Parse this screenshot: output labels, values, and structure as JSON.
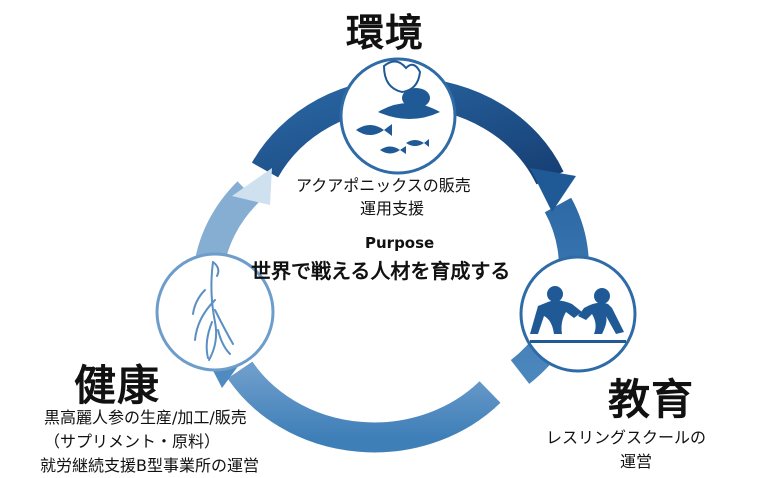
{
  "purpose": {
    "label": "Purpose",
    "statement": "世界で戦える人材を育成する"
  },
  "environment": {
    "title": "環境",
    "lines": [
      "アクアポニックスの販売",
      "運用支援"
    ]
  },
  "health": {
    "title": "健康",
    "lines": [
      "黒高麗人参の生産/加工/販売",
      "（サプリメント・原料）",
      "就労継続支援B型事業所の運営"
    ]
  },
  "education": {
    "title": "教育",
    "lines": [
      "レスリングスクールの",
      "運営"
    ]
  },
  "colors": {
    "arc_dark": "#1f5a96",
    "arc_mid": "#3f7fb8",
    "arc_light": "#86aed3",
    "circle_border": "#2f6ba7",
    "icon": "#1f5a96"
  },
  "icons": [
    "vegetables-fish-icon",
    "ginseng-root-icon",
    "wrestlers-icon"
  ]
}
